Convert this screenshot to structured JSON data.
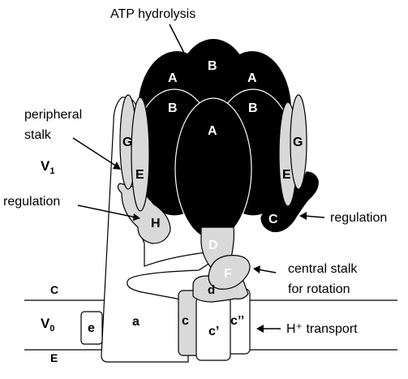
{
  "annotations": {
    "atp": "ATP hydrolysis",
    "peripheral_1": "peripheral",
    "peripheral_2": "stalk",
    "regulation_left": "regulation",
    "regulation_right": "regulation",
    "central_1": "central stalk",
    "central_2": "for rotation",
    "transport": "H⁺ transport"
  },
  "domains": {
    "v1": "V",
    "v1_sub": "1",
    "v0": "V",
    "v0_sub": "0",
    "c_side": "C",
    "e_side": "E"
  },
  "subunits": {
    "A_top_left": "A",
    "B_top": "B",
    "A_top_right": "A",
    "B_left": "B",
    "B_right": "B",
    "A_center": "A",
    "G_left": "G",
    "E_left": "E",
    "G_right": "G",
    "E_right": "E",
    "H": "H",
    "C": "C",
    "D": "D",
    "F": "F",
    "d": "d",
    "a": "a",
    "e": "e",
    "c": "c",
    "c_prime": "c’",
    "c_double_prime": "c’’"
  },
  "colors": {
    "dark_subunit": "#000000",
    "light_subunit": "#d9d9d9",
    "outline": "#000000",
    "background": "#ffffff"
  }
}
